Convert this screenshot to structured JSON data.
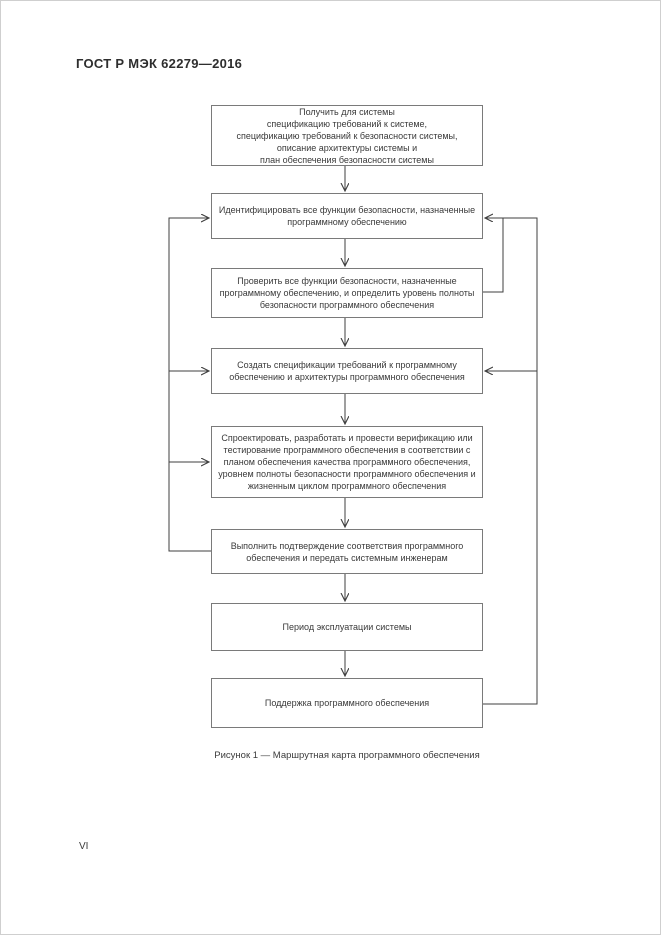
{
  "header": {
    "title": "ГОСТ Р МЭК 62279—2016"
  },
  "footer": {
    "page_number": "VI"
  },
  "figure": {
    "caption": "Рисунок 1 — Маршрутная карта программного обеспечения",
    "colors": {
      "box_border": "#7a7a7a",
      "box_text": "#3a3a3a",
      "connector_line": "#3f3f3f",
      "page_background": "#ffffff"
    },
    "boxes": [
      {
        "name": "obtain-system-inputs",
        "text": "Получить для системы\nспецификацию требований к системе,\nспецификацию требований к безопасности системы,\nописание архитектуры системы и\nплан обеспечения безопасности системы"
      },
      {
        "name": "identify-safety-functions",
        "text": "Идентифицировать все функции безопасности, назначенные\nпрограммному обеспечению"
      },
      {
        "name": "verify-safety-functions",
        "text": "Проверить все функции безопасности, назначенные\nпрограммному обеспечению, и определить уровень полноты\nбезопасности программного обеспечения"
      },
      {
        "name": "create-software-specs",
        "text": "Создать спецификации требований к программному\nобеспечению и архитектуры программного обеспечения"
      },
      {
        "name": "design-develop-verify",
        "text": "Спроектировать, разработать и провести верификацию или\nтестирование программного обеспечения в соответствии с\nпланом обеспечения качества программного обеспечения,\nуровнем полноты безопасности программного обеспечения и\nжизненным циклом программного обеспечения"
      },
      {
        "name": "validate-and-handover",
        "text": "Выполнить подтверждение соответствия программного\nобеспечения и передать системным инженерам"
      },
      {
        "name": "system-operation-period",
        "text": "Период эксплуатации системы"
      },
      {
        "name": "software-maintenance",
        "text": "Поддержка программного обеспечения"
      }
    ]
  }
}
